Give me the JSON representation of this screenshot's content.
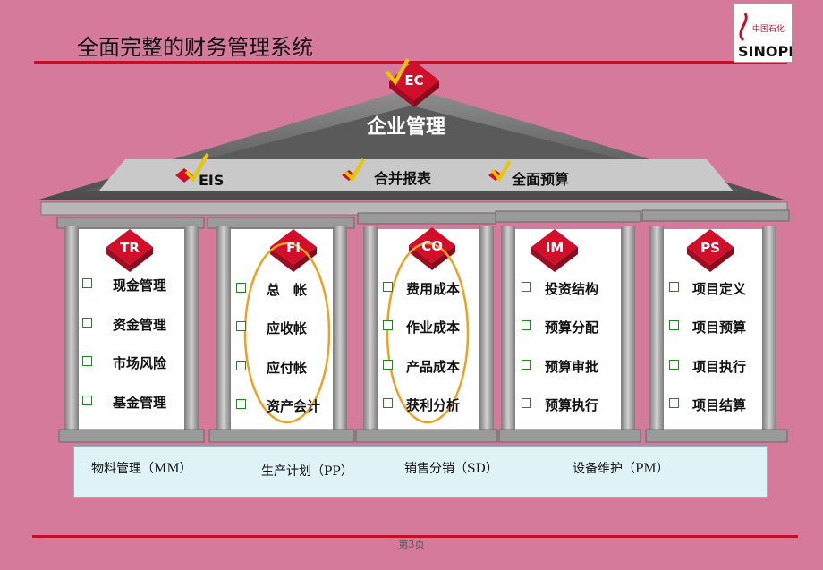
{
  "title": "全面完整的财务管理系统",
  "logo": {
    "text": "中国石化",
    "brand": "SINOPEC"
  },
  "roof": {
    "badge": "EC",
    "heading": "企业管理",
    "items": [
      "EIS",
      "合并报表",
      "全面预算"
    ]
  },
  "columns": [
    {
      "code": "TR",
      "items": [
        "现金管理",
        "资金管理",
        "市场风险",
        "基金管理"
      ]
    },
    {
      "code": "FI",
      "items": [
        "总　帐",
        "应收帐",
        "应付帐",
        "资产会计"
      ]
    },
    {
      "code": "CO",
      "items": [
        "费用成本",
        "作业成本",
        "产品成本",
        "获利分析"
      ]
    },
    {
      "code": "IM",
      "items": [
        "投资结构",
        "预算分配",
        "预算审批",
        "预算执行"
      ]
    },
    {
      "code": "PS",
      "items": [
        "项目定义",
        "项目预算",
        "项目执行",
        "项目结算"
      ]
    }
  ],
  "modules": [
    "物料管理（MM）",
    "生产计划（PP）",
    "销售分销（SD）",
    "设备维护（PM）"
  ],
  "page_number": "第3页",
  "colors": {
    "accent_red": "#c0102a",
    "background": "#d67a9c",
    "column_gray": "#a9a9a9",
    "highlight_orange": "#f0a020"
  }
}
